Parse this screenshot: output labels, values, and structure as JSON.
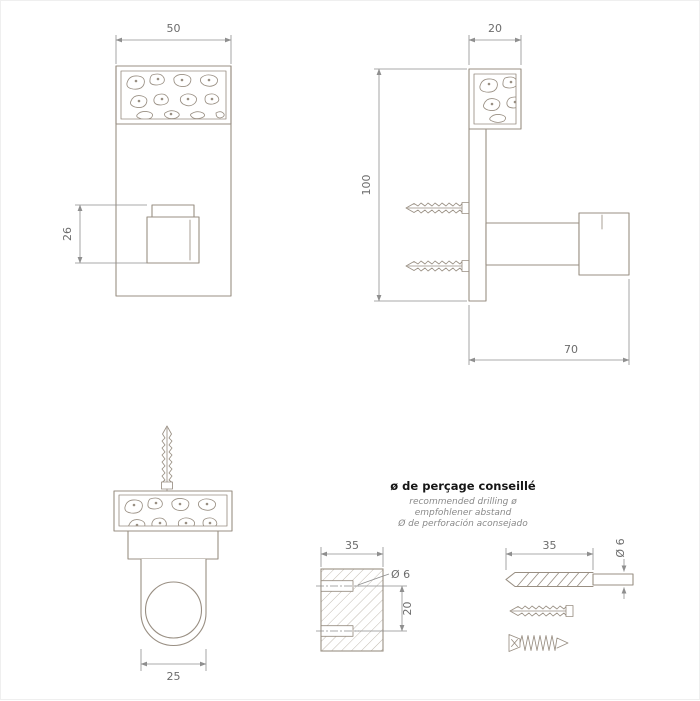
{
  "colors": {
    "object_line": "#998f83",
    "dimension_line": "#8f8f8f",
    "dimension_text": "#6c6c6c",
    "title_text": "#161616",
    "background": "#ffffff"
  },
  "front_view": {
    "width_dim": "50",
    "hook_height_dim": "26"
  },
  "side_view": {
    "depth_dim": "20",
    "height_dim": "100",
    "projection_dim": "70"
  },
  "bottom_view": {
    "hook_width_dim": "25"
  },
  "drilling_note": {
    "title": "ø de perçage conseillé",
    "translation_en": "recommended drilling ø",
    "translation_de": "empfohlener abstand",
    "translation_es": "Ø de perforación aconsejado"
  },
  "hole_template": {
    "width_dim": "35",
    "hole_diameter": "Ø 6",
    "hole_spacing_dim": "20"
  },
  "drill_bit": {
    "drilling_depth_dim": "35",
    "diameter": "Ø 6"
  }
}
